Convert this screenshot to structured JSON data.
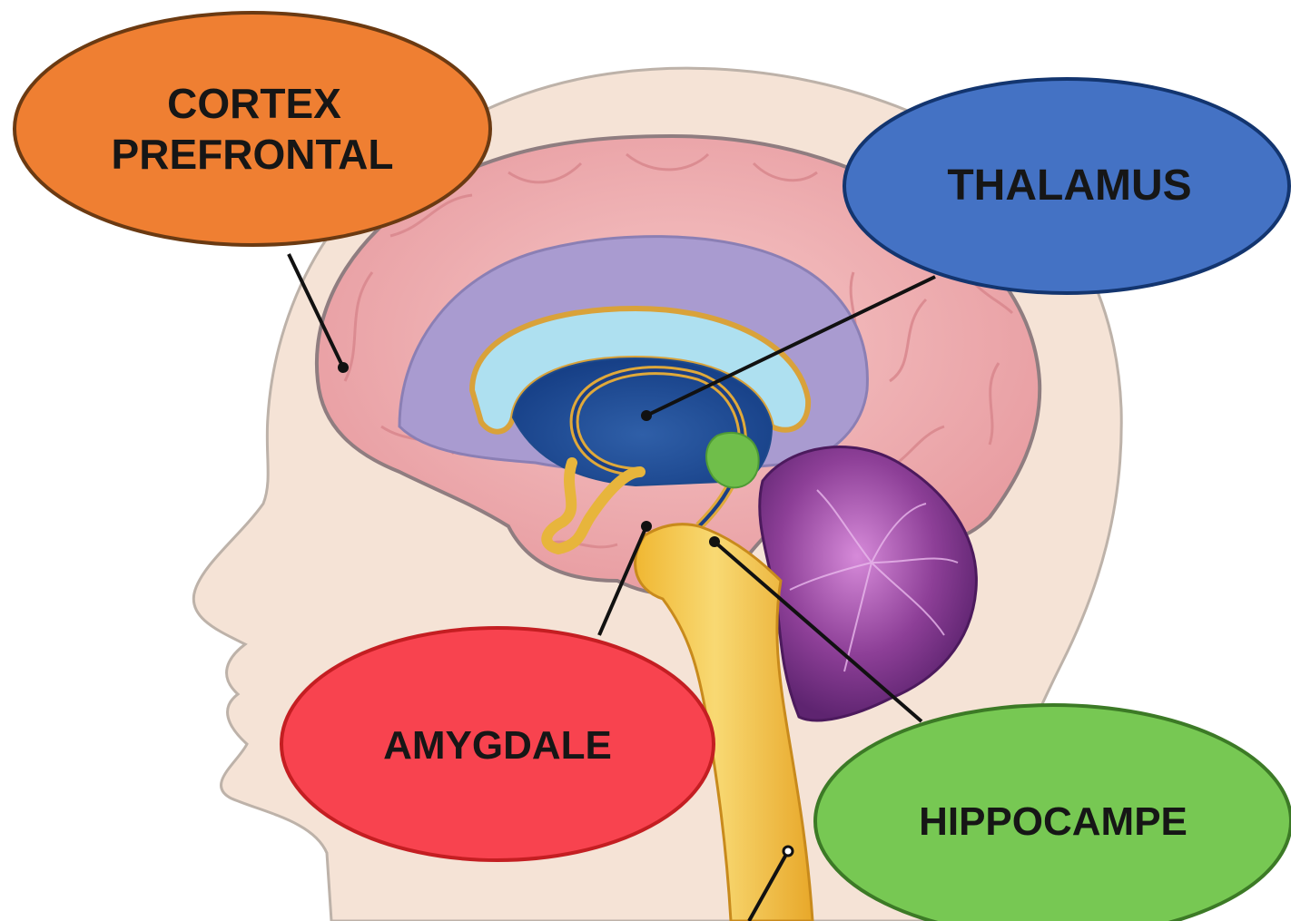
{
  "labels": {
    "prefrontal_line1": "CORTEX",
    "prefrontal_line2": "PREFRONTAL",
    "thalamus": "THALAMUS",
    "amygdala": "AMYGDALE",
    "hippocampus": "HIPPOCAMPE"
  },
  "colors": {
    "prefrontal": "#ef7f32",
    "thalamus": "#4472c4",
    "amygdala": "#f8434f",
    "hippocampus": "#77c853",
    "skin": "#f5e3d6",
    "cortex": "#efaeb0",
    "brainstem": "#f2c542",
    "cerebellum": "#8a3d94"
  }
}
